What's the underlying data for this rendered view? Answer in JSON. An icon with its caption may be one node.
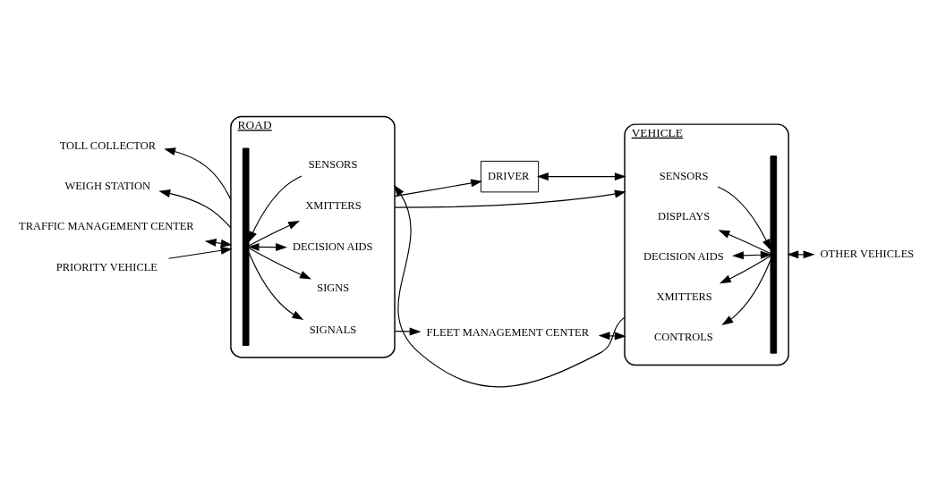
{
  "diagram": {
    "nodes": [
      {
        "text": [
          "DRIVER"
        ]
      },
      {
        "text": [
          "ROAD"
        ]
      },
      {
        "text": [],
        "shape": "bar",
        "in": 1
      },
      {
        "text": [
          "XMITTERS"
        ],
        "in": 1
      },
      {
        "text": [
          "SIGNS"
        ],
        "in": 1
      },
      {
        "text": [
          "DECISION AIDS"
        ],
        "in": 1
      },
      {
        "text": [
          "SENSORS"
        ],
        "in": 1
      },
      {
        "text": [
          "SIGNALS"
        ],
        "in": 1
      },
      {
        "text": [
          "VEHICLE"
        ]
      },
      {
        "text": [
          "SENSORS"
        ],
        "in": 8
      },
      {
        "text": [
          "DISPLAYS"
        ],
        "in": 8
      },
      {
        "text": [
          "DECISION AIDS"
        ],
        "in": 8
      },
      {
        "text": [
          "XMITTERS"
        ],
        "in": 8
      },
      {
        "text": [
          "CONTROLS"
        ],
        "in": 8
      },
      {
        "text": [],
        "shape": "bar",
        "in": 8
      },
      {
        "text": [
          "TRAFFIC MANAGEMENT CENTER"
        ]
      },
      {
        "text": [
          "TOLL COLLECTOR"
        ]
      },
      {
        "text": [
          "WEIGH STATION"
        ]
      },
      {
        "text": [
          "PRIORITY VEHICLE"
        ]
      },
      {
        "text": [
          "OTHER VEHICLES"
        ]
      },
      {
        "text": [
          "FLEET MANAGEMENT CENTER"
        ]
      }
    ],
    "edges": [
      {
        "from": 1,
        "to": 0,
        "arrow": "to"
      },
      {
        "from": 0,
        "to": 8,
        "arrow": "both"
      },
      {
        "from": 15,
        "to": 1,
        "arrow": "both"
      },
      {
        "from": 1,
        "to": 16,
        "arrow": "to"
      },
      {
        "from": 1,
        "to": 17,
        "arrow": "to"
      },
      {
        "from": 18,
        "to": 1,
        "arrow": "to"
      },
      {
        "from": 2,
        "to": 3,
        "arrow": "to"
      },
      {
        "from": 2,
        "to": 4,
        "arrow": "to"
      },
      {
        "from": 2,
        "to": 5,
        "arrow": "both"
      },
      {
        "from": 6,
        "to": 2,
        "arrow": "to"
      },
      {
        "from": 2,
        "to": 7,
        "arrow": "to"
      },
      {
        "from": 1,
        "to": 8,
        "arrow": "to"
      },
      {
        "from": 8,
        "to": 1,
        "arrow": "to"
      },
      {
        "from": 9,
        "to": 14,
        "arrow": "to"
      },
      {
        "from": 14,
        "to": 10,
        "arrow": "to"
      },
      {
        "from": 14,
        "to": 11,
        "arrow": "both"
      },
      {
        "from": 14,
        "to": 12,
        "arrow": "to"
      },
      {
        "from": 14,
        "to": 13,
        "arrow": "to"
      },
      {
        "from": 8,
        "to": 19,
        "arrow": "both"
      },
      {
        "from": 1,
        "to": 20,
        "arrow": "to"
      },
      {
        "from": 20,
        "to": 8,
        "arrow": "both"
      }
    ]
  }
}
